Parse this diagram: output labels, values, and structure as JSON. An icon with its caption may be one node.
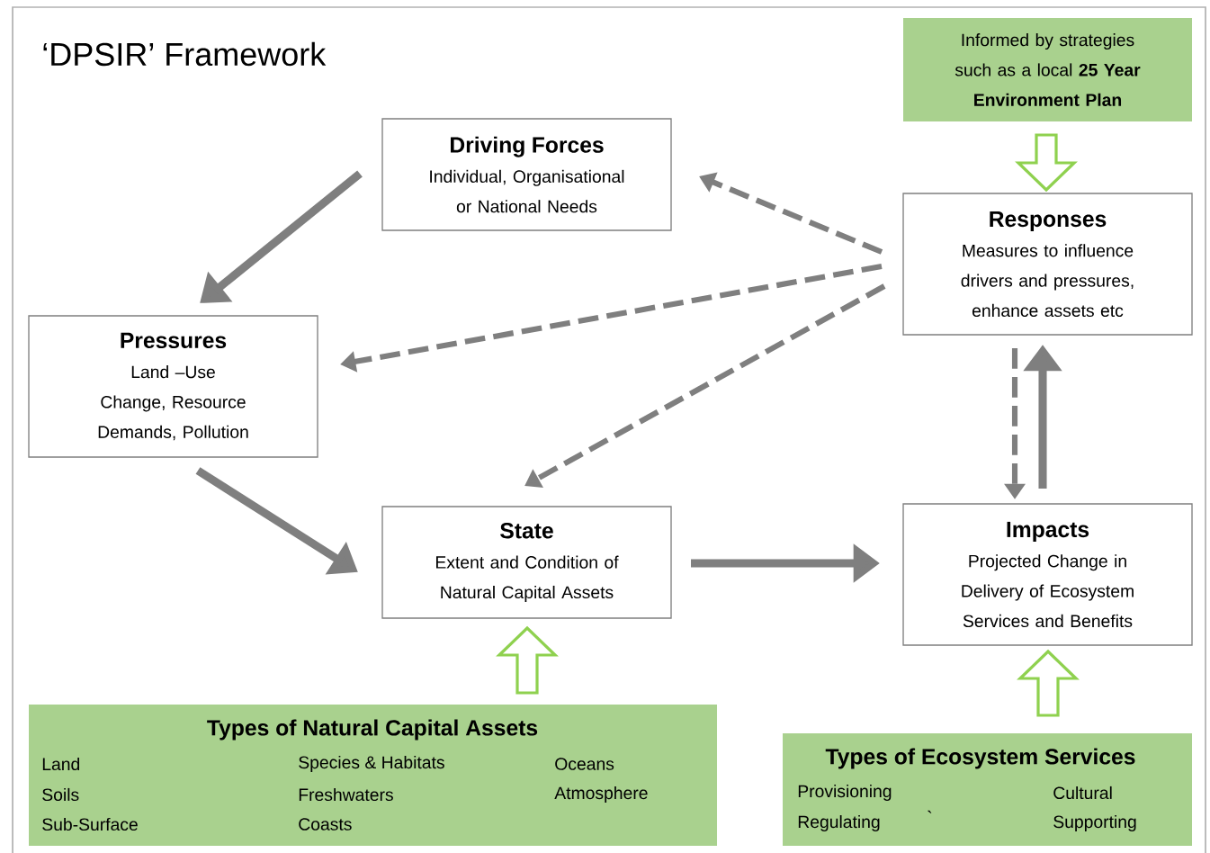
{
  "diagram": {
    "title": "‘DPSIR’ Framework",
    "nodes": [
      {
        "text": [
          "Informed by strategies such as a local **25 Year Environment Plan**"
        ]
      },
      {
        "text": [
          "Driving Forces",
          "Individual, Organisational or National Needs"
        ]
      },
      {
        "text": [
          "Responses",
          "Measures to influence drivers and pressures, enhance assets etc"
        ]
      },
      {
        "text": [
          "Pressures",
          "Land –Use Change, Resource Demands, Pollution"
        ]
      },
      {
        "text": [
          "State",
          "Extent and Condition of Natural Capital Assets"
        ]
      },
      {
        "text": [
          "Impacts",
          "Projected Change in Delivery of Ecosystem Services and Benefits"
        ]
      },
      {
        "text": [
          "Types of Natural Capital Assets",
          "Land",
          "Species & Habitats",
          "Oceans",
          "Soils",
          "Freshwaters",
          "Atmosphere",
          "Sub-Surface",
          "Coasts"
        ]
      },
      {
        "text": [
          "Types of Ecosystem Services",
          "Provisioning",
          "Cultural",
          "Regulating",
          "`",
          "Supporting"
        ]
      }
    ],
    "edges": [
      {
        "from": 1,
        "to": 3,
        "arrow": "to"
      },
      {
        "from": 3,
        "to": 4,
        "arrow": "to"
      },
      {
        "from": 4,
        "to": 5,
        "arrow": "to"
      },
      {
        "from": 5,
        "to": 2,
        "arrow": "to"
      },
      {
        "from": 2,
        "to": 5,
        "arrow": "to",
        "style": "dashed"
      },
      {
        "from": 2,
        "to": 1,
        "arrow": "to",
        "style": "dashed"
      },
      {
        "from": 2,
        "to": 3,
        "arrow": "to",
        "style": "dashed"
      },
      {
        "from": 2,
        "to": 4,
        "arrow": "to",
        "style": "dashed"
      },
      {
        "from": 0,
        "to": 2,
        "arrow": "to",
        "color": "#8fd14f"
      },
      {
        "from": 6,
        "to": 4,
        "arrow": "to",
        "color": "#8fd14f"
      },
      {
        "from": 7,
        "to": 5,
        "arrow": "to",
        "color": "#8fd14f"
      }
    ]
  }
}
